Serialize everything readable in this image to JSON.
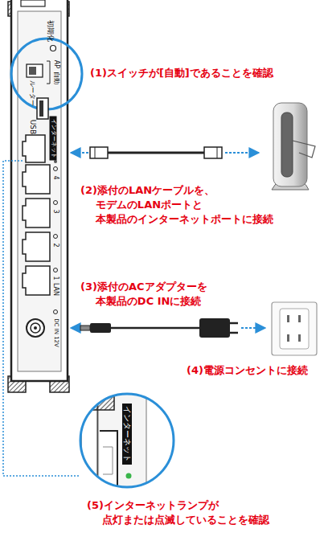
{
  "diagram": {
    "labels": [
      "初期化",
      "ルーター",
      "AP",
      "自動",
      "USB",
      "インターネット",
      "4",
      "3",
      "2",
      "LAN",
      "1",
      "DC IN 12V",
      "(1)スイッチが[自動]であることを確認",
      "(2)添付のLANケーブルを、 モデムのLANポートと 本製品のインターネットポートに接続",
      "(3)添付のACアダプターを 本製品のDC INに接続",
      "(4)電源コンセントに接続",
      "(5)インターネットランプが 点灯または点滅していることを確認",
      "インターネット"
    ]
  }
}
